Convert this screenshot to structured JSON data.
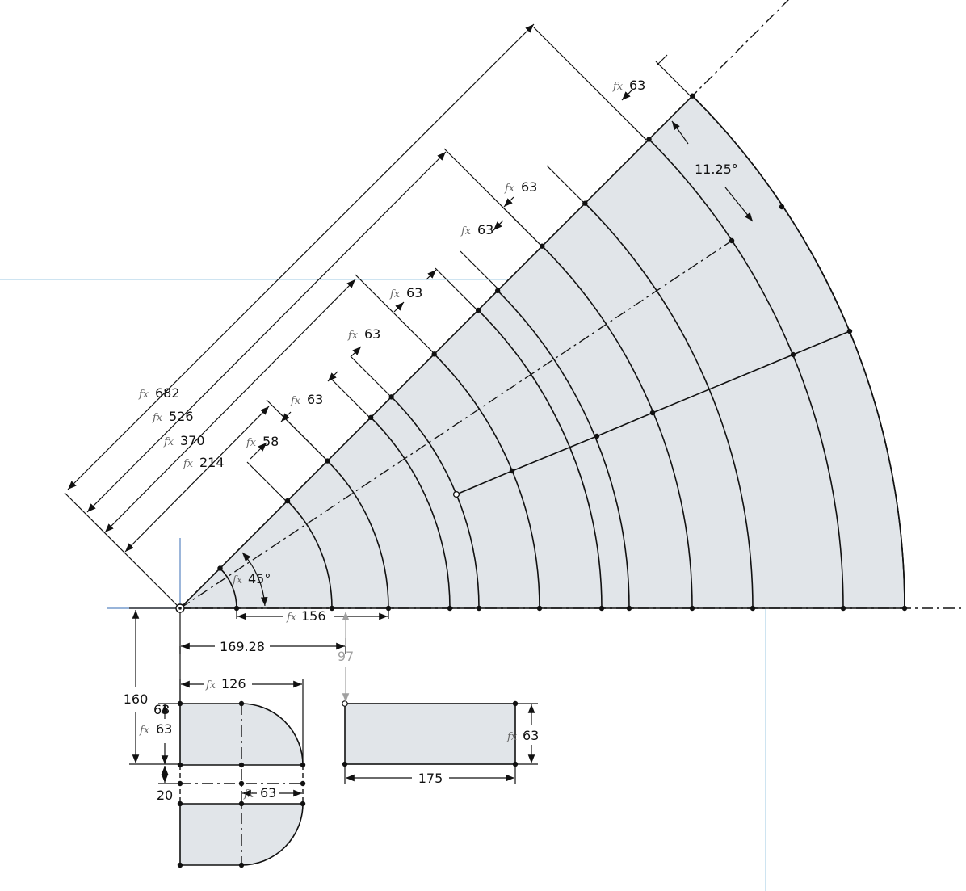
{
  "drawing": {
    "fx_glyph": "fx",
    "fan": {
      "angle_label": "45°",
      "split_angle_label": "11.25°",
      "base_length_label": "156",
      "step_label": "63",
      "first_offset_label": "58",
      "aligned_dims": [
        "214",
        "370",
        "526",
        "682"
      ]
    },
    "offsets": {
      "horizontal_label": "169.28",
      "vertical_label": "160",
      "reference_label": "97"
    },
    "profile": {
      "width_label": "126",
      "height_label": "63",
      "gap_label": "20",
      "lower_offset_label": "63"
    },
    "rectangle": {
      "width_label": "175",
      "height_label": "63"
    }
  },
  "colors": {
    "line": "#111111",
    "fill": "#e1e5e9",
    "construction": "#9cc9e3",
    "reference": "#a0a0a0",
    "axis": "#5b86c2"
  }
}
